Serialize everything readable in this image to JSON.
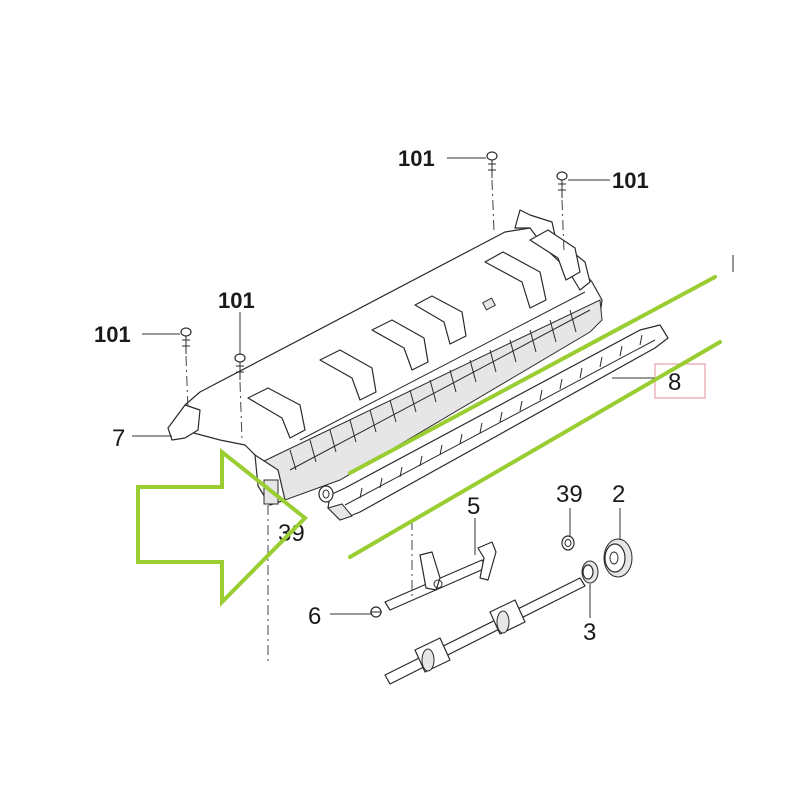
{
  "diagram": {
    "callouts": {
      "screw_top_center": "101",
      "screw_top_right": "101",
      "screw_mid_left": "101",
      "screw_left": "101",
      "cover": "7",
      "guide_bar": "8",
      "clip_left": "39",
      "clip_right": "39",
      "gear": "2",
      "lever_shaft": "5",
      "pin": "6",
      "bushing": "3"
    },
    "colors": {
      "highlight_green": "#9acd32",
      "callout_box": "#e8a0ac",
      "line_art": "#2b2b2b",
      "background": "#ffffff"
    }
  }
}
